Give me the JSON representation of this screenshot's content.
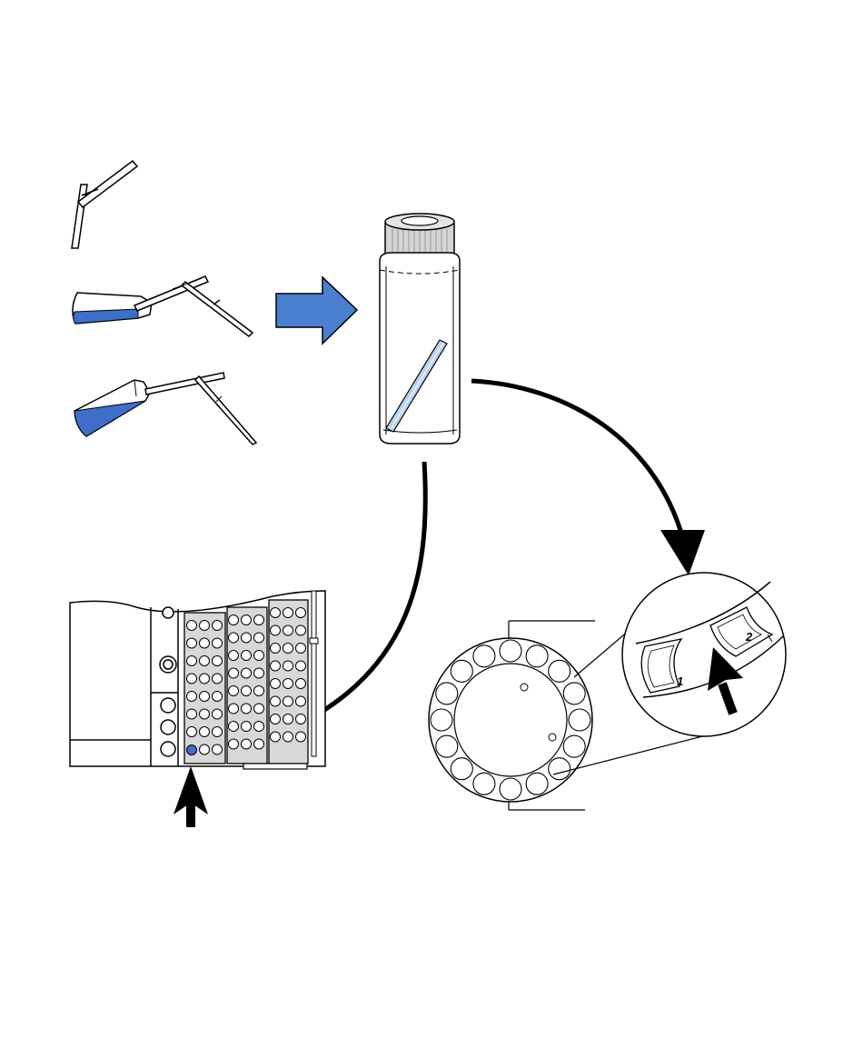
{
  "colors": {
    "accent": "#4a7fd0",
    "liquid": "#3f6ec9",
    "stroke": "#000000",
    "tray": "#d8d8d8",
    "cap": "#d4d4d4",
    "glass_tube": "#bcd3ee"
  },
  "labels": {
    "position_one": "1",
    "position_two": "2"
  },
  "icons": {
    "transfer_arrow": "block-arrow-right",
    "flow_arrows": "curved-arrow",
    "pointer_arrows": "up-arrow"
  }
}
